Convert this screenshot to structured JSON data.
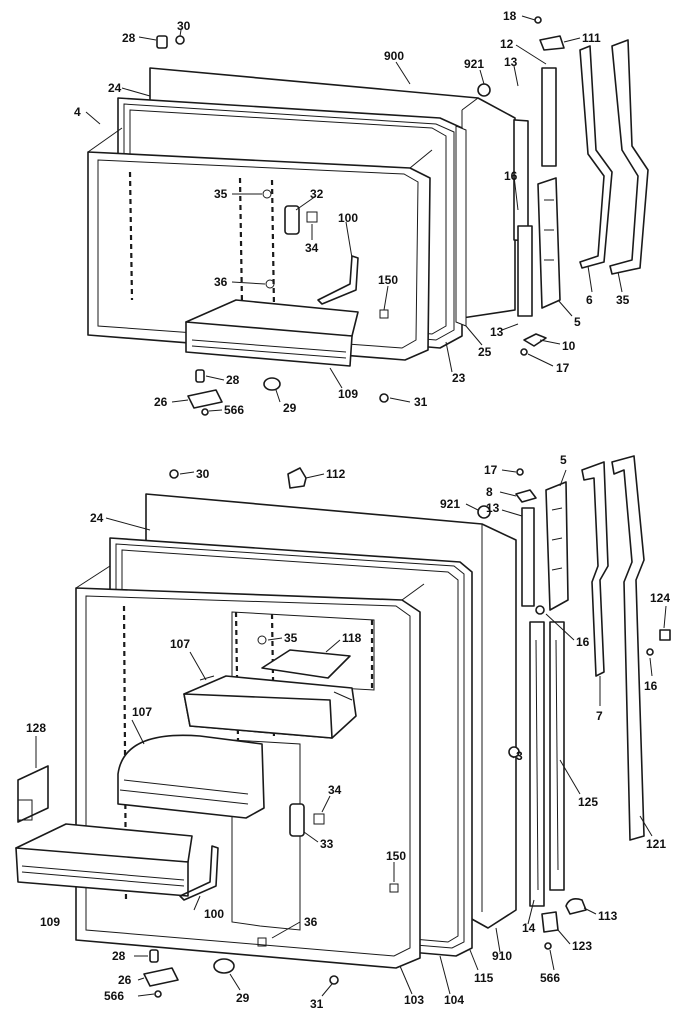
{
  "colors": {
    "ink": "#1a1a1a",
    "paper": "#ffffff"
  },
  "upper_labels": {
    "l28": "28",
    "l30": "30",
    "l900": "900",
    "l921": "921",
    "l18": "18",
    "l12": "12",
    "l111": "111",
    "l24": "24",
    "l4": "4",
    "l13a": "13",
    "l35a": "35",
    "l32": "32",
    "l34": "34",
    "l16": "16",
    "l100": "100",
    "l36": "36",
    "l150": "150",
    "l6": "6",
    "l35b": "35",
    "l5": "5",
    "l13b": "13",
    "l10": "10",
    "l17": "17",
    "l25": "25",
    "l23": "23",
    "l28b": "28",
    "l109": "109",
    "l26": "26",
    "l29": "29",
    "l566": "566",
    "l31": "31"
  },
  "lower_labels": {
    "l30": "30",
    "l112": "112",
    "l17": "17",
    "l5": "5",
    "l8": "8",
    "l921": "921",
    "l13": "13",
    "l24": "24",
    "l16a": "16",
    "l124": "124",
    "l35": "35",
    "l118": "118",
    "l107a": "107",
    "l16b": "16",
    "l7": "7",
    "l3": "3",
    "l128": "128",
    "l107b": "107",
    "l125": "125",
    "l121": "121",
    "l34": "34",
    "l33": "33",
    "l150": "150",
    "l109": "109",
    "l100": "100",
    "l36": "36",
    "l113": "113",
    "l14": "14",
    "l910": "910",
    "l123": "123",
    "l28": "28",
    "l26": "26",
    "l566a": "566",
    "l566b": "566",
    "l29": "29",
    "l31": "31",
    "l103": "103",
    "l104": "104",
    "l115": "115"
  }
}
